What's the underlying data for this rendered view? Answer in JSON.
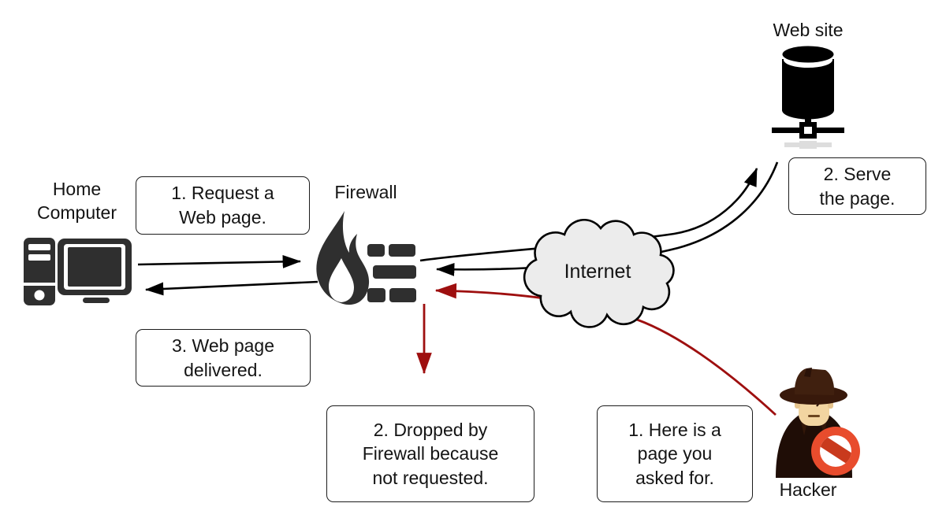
{
  "diagram_title": "Firewall packet filtering diagram",
  "nodes": {
    "home_computer": {
      "label": "Home\nComputer"
    },
    "firewall": {
      "label": "Firewall"
    },
    "internet": {
      "label": "Internet"
    },
    "website": {
      "label": "Web site"
    },
    "hacker": {
      "label": "Hacker"
    }
  },
  "callouts": {
    "request": {
      "text": "1. Request a\nWeb page."
    },
    "serve": {
      "text": "2. Serve\nthe page."
    },
    "delivered": {
      "text": "3. Web page\ndelivered."
    },
    "dropped": {
      "text": "2. Dropped by\nFirewall because\nnot requested."
    },
    "hacker_claim": {
      "text": "1. Here is a\npage you\nasked for."
    }
  },
  "icons": {
    "home_computer": "desktop-computer-icon",
    "firewall": "flame-and-brick-wall-icon",
    "internet": "cloud-icon",
    "website": "database-server-icon",
    "hacker": "spy-with-prohibition-sign-icon"
  },
  "colors": {
    "arrow_black": "#000000",
    "arrow_red": "#9e0f0f",
    "cloud_fill": "#ececec",
    "icon_dark": "#2f2f2f",
    "box_border": "#1c1c1c",
    "prohibition_orange": "#e84c2d"
  }
}
